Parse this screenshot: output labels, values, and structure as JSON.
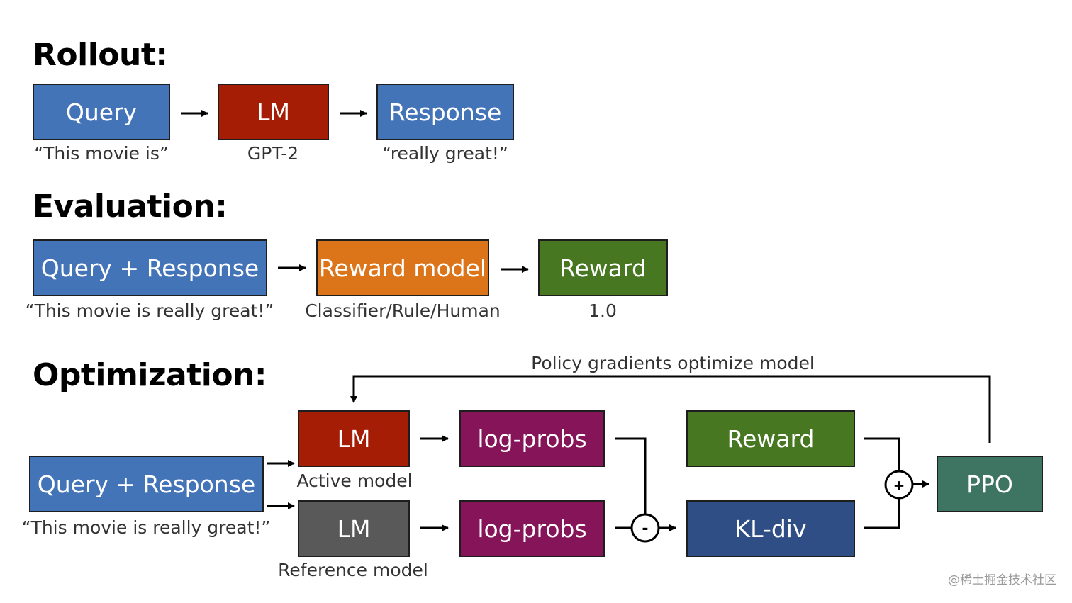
{
  "sections": {
    "rollout": "Rollout:",
    "evaluation": "Evaluation:",
    "optimization": "Optimization:"
  },
  "rollout": {
    "query": "Query",
    "query_caption": "“This movie is”",
    "lm": "LM",
    "lm_caption": "GPT-2",
    "response": "Response",
    "response_caption": "“really great!”"
  },
  "evaluation": {
    "query_response": "Query + Response",
    "query_response_caption": "“This movie is really great!”",
    "reward_model": "Reward model",
    "reward_model_caption": "Classifier/Rule/Human",
    "reward": "Reward",
    "reward_caption": "1.0"
  },
  "optimization": {
    "feedback_label": "Policy gradients optimize model",
    "query_response": "Query + Response",
    "query_response_caption": "“This movie is really great!”",
    "active_lm": "LM",
    "active_caption": "Active model",
    "reference_lm": "LM",
    "reference_caption": "Reference model",
    "logprobs_active": "log-probs",
    "logprobs_reference": "log-probs",
    "minus": "-",
    "plus": "+",
    "reward": "Reward",
    "kl_div": "KL-div",
    "ppo": "PPO"
  },
  "watermark": "@稀土掘金技术社区",
  "colors": {
    "blue": "#4474b8",
    "red": "#a51d05",
    "orange": "#dc7419",
    "green": "#487722",
    "purple": "#861459",
    "gray": "#595959",
    "navy": "#2e4e85",
    "teal": "#3e7462"
  }
}
